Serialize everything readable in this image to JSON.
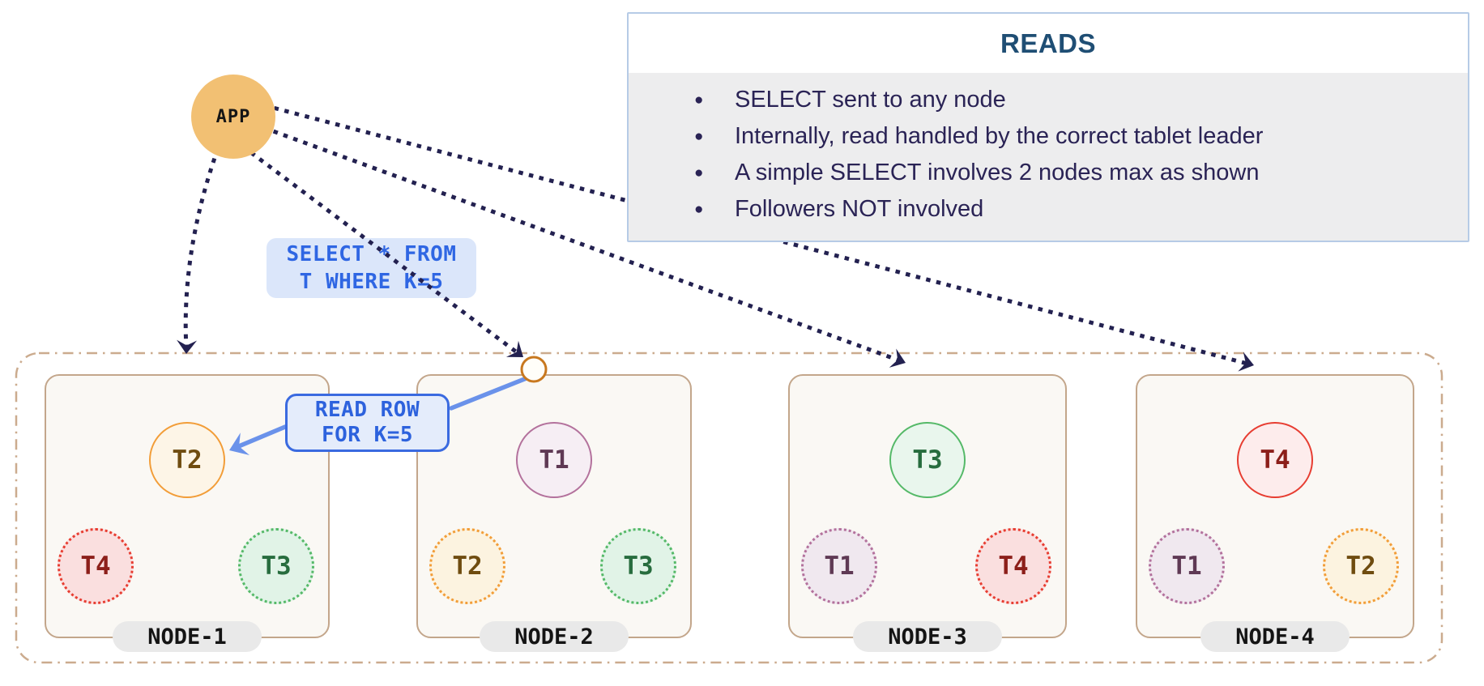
{
  "app": {
    "label": "APP"
  },
  "sql_request": {
    "line1": "SELECT * FROM",
    "line2": "T WHERE K=5"
  },
  "read_row_callout": {
    "line1": "READ ROW",
    "line2": "FOR K=5"
  },
  "reads_panel": {
    "title": "READS",
    "bullet_glyph": "●",
    "bullets": [
      "SELECT sent to any node",
      "Internally, read handled by the correct tablet leader",
      "A simple SELECT involves 2 nodes max as shown",
      "Followers NOT involved"
    ]
  },
  "cluster": {
    "nodes": [
      {
        "name": "NODE-1",
        "tablets": [
          {
            "label": "T2",
            "role": "leader",
            "color": "t2"
          },
          {
            "label": "T4",
            "role": "follower",
            "color": "t4"
          },
          {
            "label": "T3",
            "role": "follower",
            "color": "t3"
          }
        ]
      },
      {
        "name": "NODE-2",
        "tablets": [
          {
            "label": "T1",
            "role": "leader",
            "color": "t1"
          },
          {
            "label": "T2",
            "role": "follower",
            "color": "t2"
          },
          {
            "label": "T3",
            "role": "follower",
            "color": "t3"
          }
        ]
      },
      {
        "name": "NODE-3",
        "tablets": [
          {
            "label": "T3",
            "role": "leader",
            "color": "t3"
          },
          {
            "label": "T1",
            "role": "follower",
            "color": "t1"
          },
          {
            "label": "T4",
            "role": "follower",
            "color": "t4"
          }
        ]
      },
      {
        "name": "NODE-4",
        "tablets": [
          {
            "label": "T4",
            "role": "leader",
            "color": "t4"
          },
          {
            "label": "T1",
            "role": "follower",
            "color": "t1"
          },
          {
            "label": "T2",
            "role": "follower",
            "color": "t2"
          }
        ]
      }
    ]
  },
  "colors": {
    "ui": {
      "arrow-navy": "#232150",
      "arrow-blue": "#6a92ea",
      "app-fill": "#f2c073",
      "node-border": "#c3a68b",
      "node-fill": "#faf8f4",
      "container-border": "#cbab8e",
      "pill-bg": "#e9e9e9",
      "sql-text": "#2f66e3",
      "sql-bg": "#dbe6fa",
      "readrow-border": "#3a6ae0",
      "readrow-bg": "#e4ecfb",
      "readrow-text": "#2d62dd",
      "panel-border": "#b6cbe6",
      "panel-body-bg": "#ededee",
      "title-color": "#1f4e74",
      "bullet-text": "#2a2355",
      "open-circle-border": "#c8781f"
    },
    "tablets": {
      "t1": {
        "border": "#b3719c",
        "fill": "#f6eef4",
        "fill_soft": "#f0e8ef",
        "text": "#5f3954"
      },
      "t2": {
        "border": "#f29d38",
        "fill": "#fdf5e7",
        "fill_soft": "#fcf3e0",
        "text": "#6f4c10"
      },
      "t3": {
        "border": "#55b968",
        "fill": "#e9f6ed",
        "fill_soft": "#e1f3e7",
        "text": "#276c3e"
      },
      "t4": {
        "border": "#e73d31",
        "fill": "#fdecec",
        "fill_soft": "#fadfdf",
        "text": "#8c1f1a"
      }
    }
  }
}
